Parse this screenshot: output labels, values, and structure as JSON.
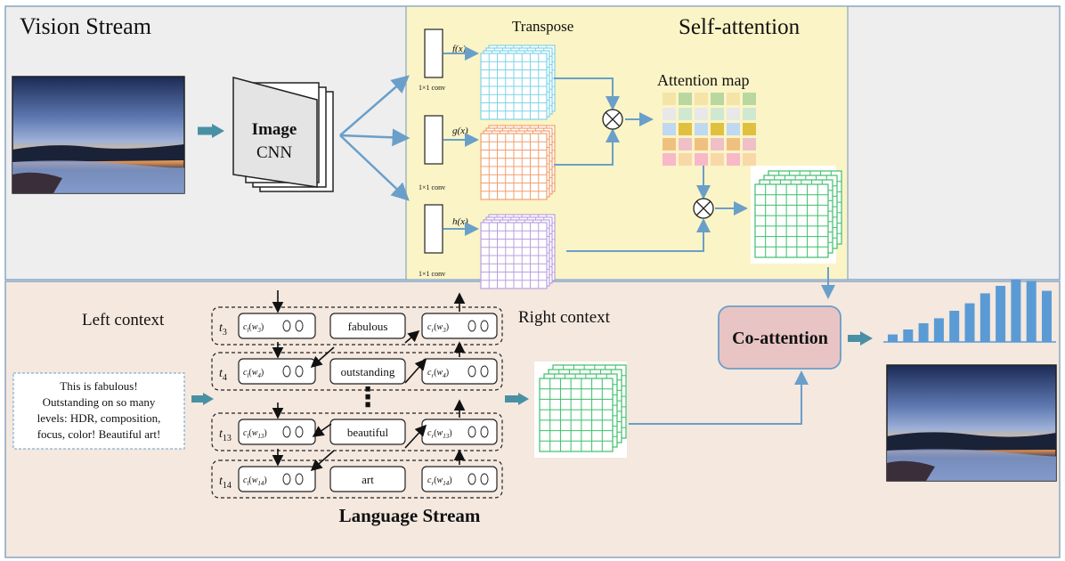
{
  "vision_stream": {
    "title": "Vision Stream",
    "cnn_label_1": "Image",
    "cnn_label_2": "CNN"
  },
  "self_attention": {
    "title": "Self-attention",
    "transpose_label": "Transpose",
    "attention_map_label": "Attention map",
    "conv_label": "1×1 conv",
    "branch_f": "f(x)",
    "branch_g": "g(x)",
    "branch_h": "h(x)",
    "multiply_symbol": "⊗",
    "grid_colors": {
      "f": "#7fd3e8",
      "g": "#f0a070",
      "h": "#b9a0e0",
      "out": "#3cbf6a"
    },
    "attention_map_colors": [
      "#f4e4a8",
      "#c8e0b4",
      "#f0c0c8",
      "#e8e8e8",
      "#d8d0e8",
      "#f8d8a8",
      "#c0d8f0",
      "#b8d8a0",
      "#e0e0e0",
      "#f0c080",
      "#d0e8d0",
      "#3d8f3d",
      "#f8b8c8",
      "#e0c040"
    ]
  },
  "language_stream": {
    "title": "Language Stream",
    "left_context": "Left context",
    "right_context": "Right context",
    "input_text": [
      "This is fabulous!",
      "Outstanding on so many",
      "levels: HDR, composition,",
      "focus, color! Beautiful art!"
    ],
    "rows": [
      {
        "t": "t",
        "t_sub": "3",
        "word": "fabulous",
        "left": "c",
        "left_sub": "l",
        "left_w": "w",
        "left_w_sub": "3",
        "right": "c",
        "right_sub": "r",
        "right_w": "w",
        "right_w_sub": "3"
      },
      {
        "t": "t",
        "t_sub": "4",
        "word": "outstanding",
        "left": "c",
        "left_sub": "l",
        "left_w": "w",
        "left_w_sub": "4",
        "right": "c",
        "right_sub": "r",
        "right_w": "w",
        "right_w_sub": "4"
      },
      {
        "t": "t",
        "t_sub": "13",
        "word": "beautiful",
        "left": "c",
        "left_sub": "l",
        "left_w": "w",
        "left_w_sub": "13",
        "right": "c",
        "right_sub": "r",
        "right_w": "w",
        "right_w_sub": "13"
      },
      {
        "t": "t",
        "t_sub": "14",
        "word": "art",
        "left": "c",
        "left_sub": "l",
        "left_w": "w",
        "left_w_sub": "14",
        "right": "c",
        "right_sub": "r",
        "right_w": "w",
        "right_w_sub": "14"
      }
    ],
    "ellipsis": "⋮"
  },
  "co_attention": {
    "label": "Co-attention",
    "bar_values": [
      0.12,
      0.2,
      0.3,
      0.38,
      0.5,
      0.62,
      0.78,
      0.9,
      1.0,
      0.98,
      0.82
    ]
  },
  "colors": {
    "vision_bg": "#eeeeee",
    "language_bg": "#f4e8df",
    "self_attn_bg": "#fbf4c6",
    "arrow": "#6a9fc9",
    "arrow_bold": "#4a90a4",
    "co_attn_fill": "#e9c4c4",
    "bar": "#5b9bd5"
  }
}
